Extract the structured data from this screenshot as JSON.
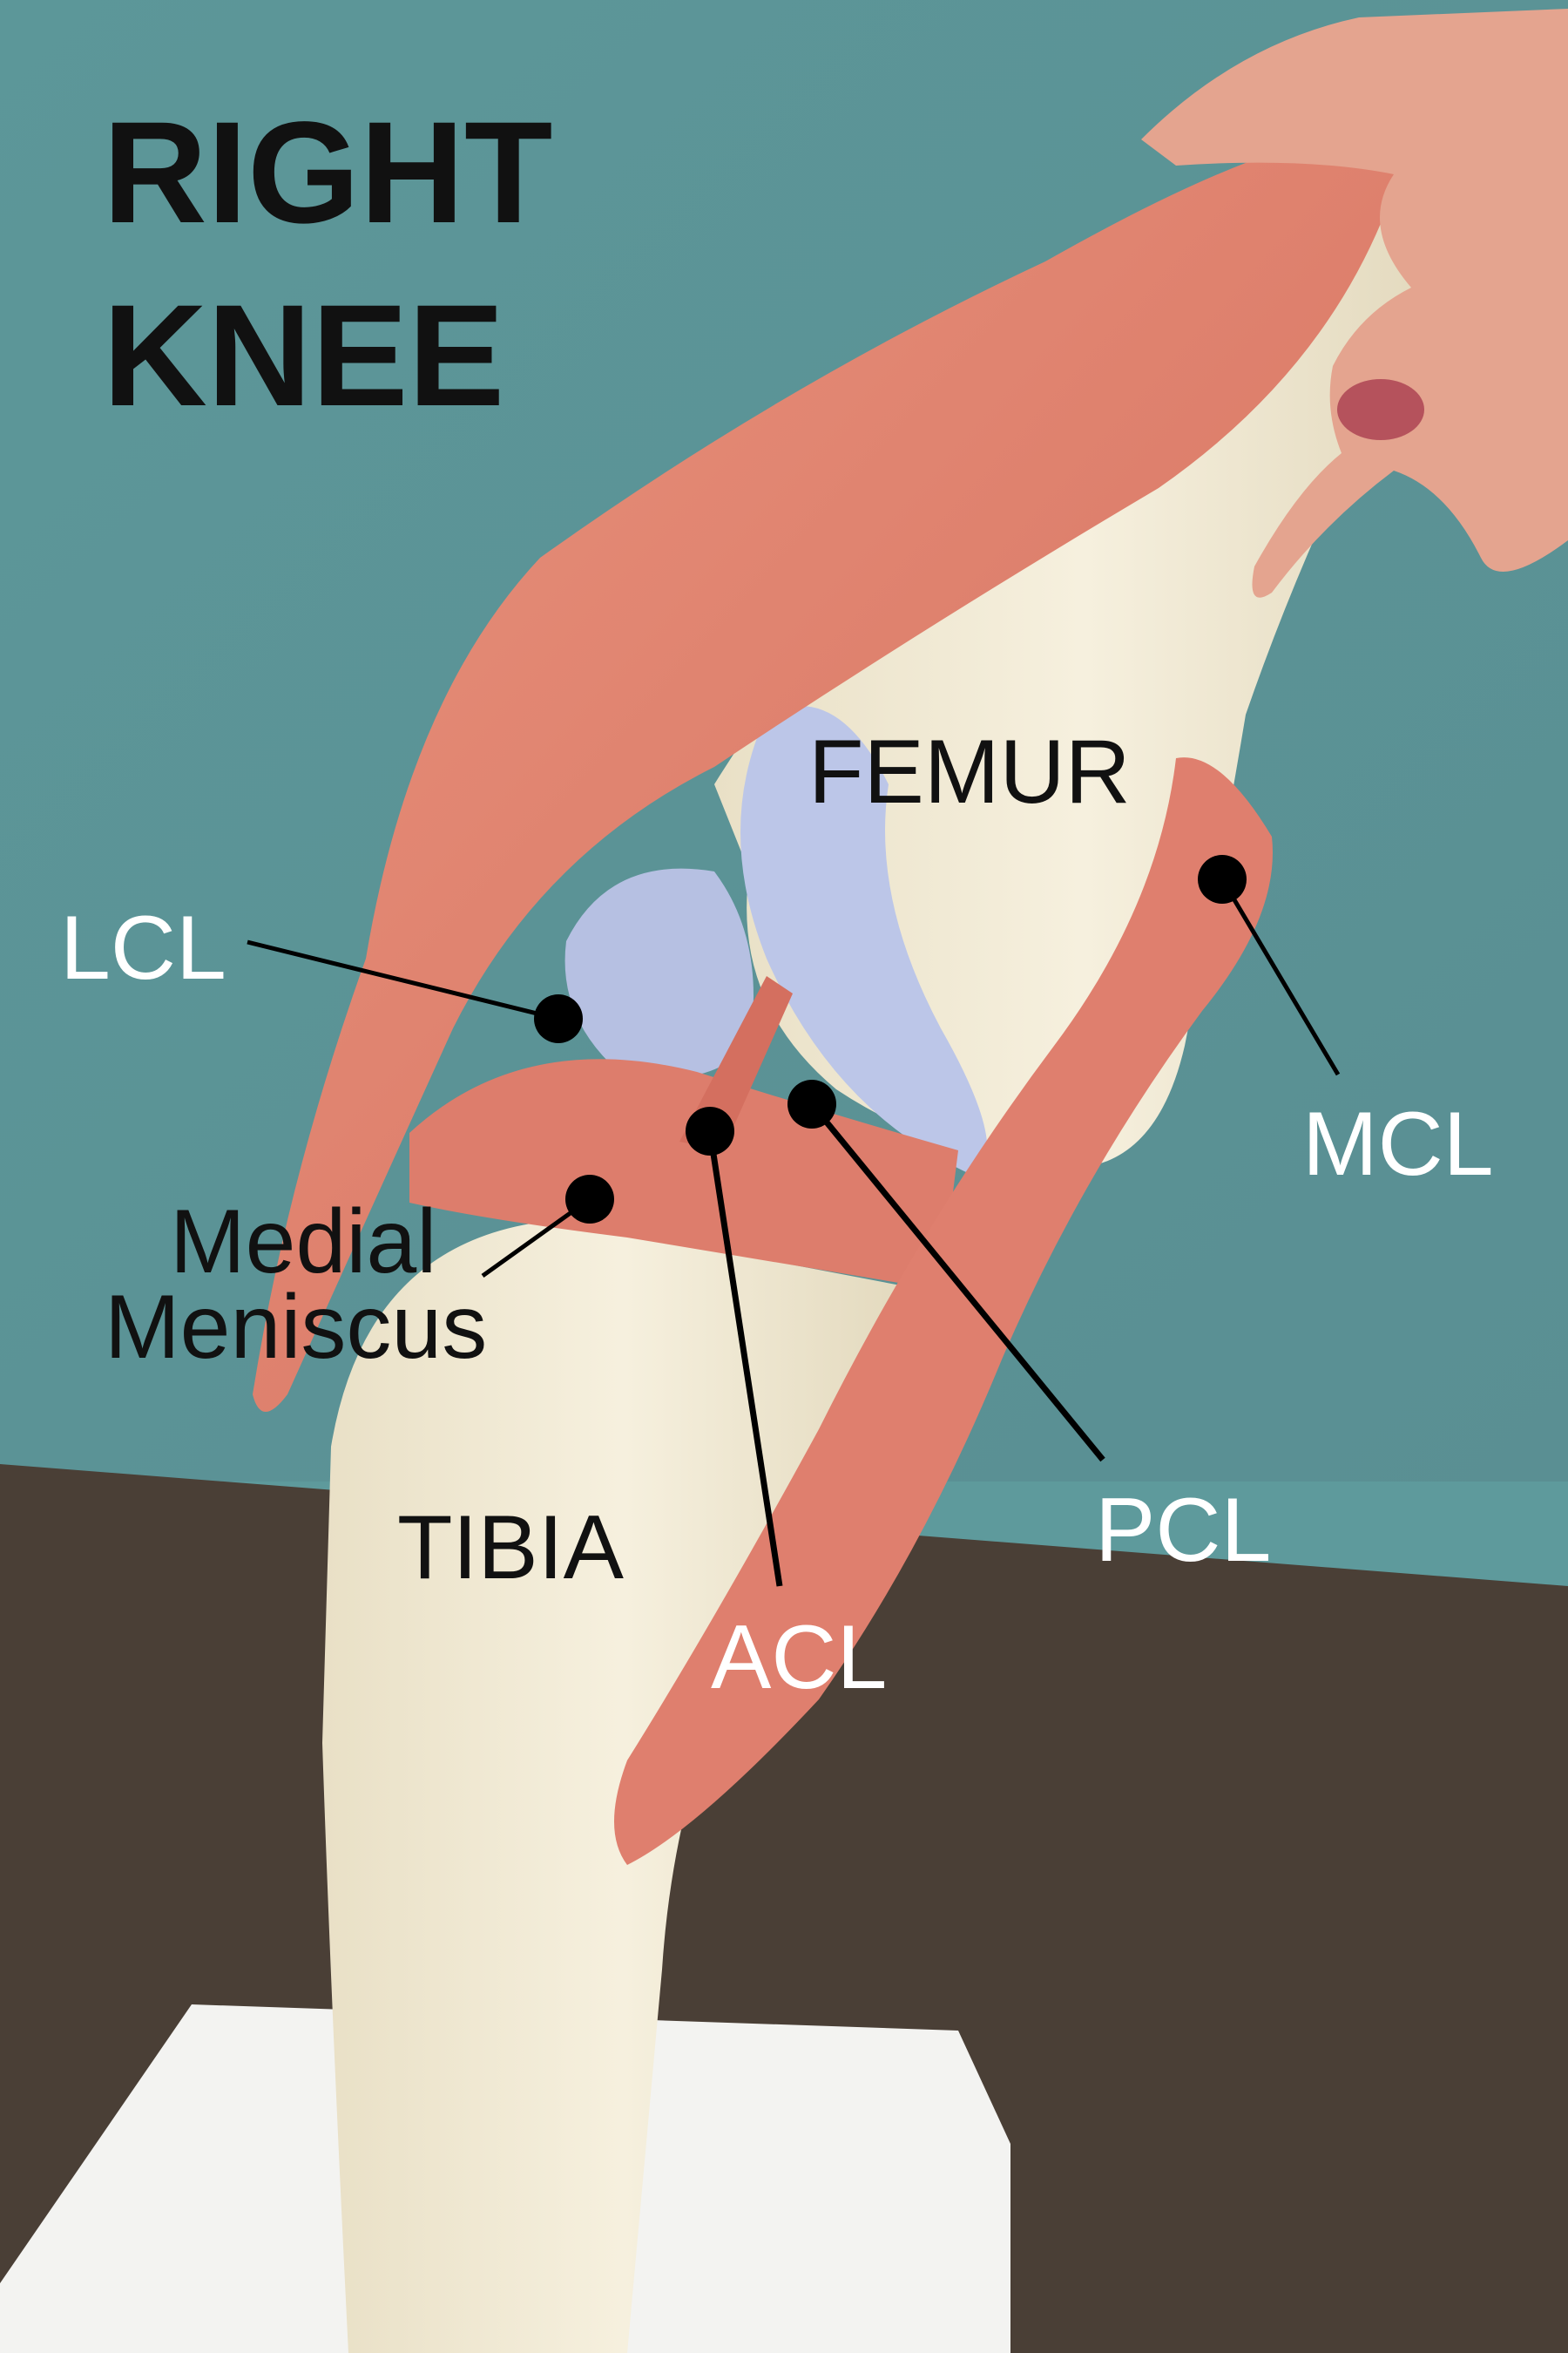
{
  "title": {
    "line1": "RIGHT",
    "line2": "KNEE"
  },
  "labels": {
    "femur": "FEMUR",
    "tibia": "TIBIA",
    "lcl": "LCL",
    "mcl": "MCL",
    "acl": "ACL",
    "pcl": "PCL",
    "meniscus_line1": "Medial",
    "meniscus_line2": "Meniscus"
  },
  "colors": {
    "wall": "#5e9a9c",
    "floor": "#4a3f36",
    "bone": "#f1ead6",
    "muscle": "#df7f6e",
    "cartilage": "#bcc6e8",
    "skin": "#e4a48f",
    "label_dark": "#111111",
    "label_light": "#ffffff"
  }
}
